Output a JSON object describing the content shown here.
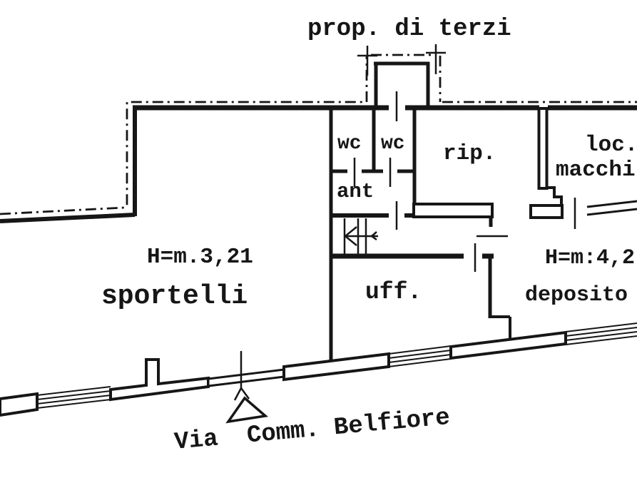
{
  "plan": {
    "labels": {
      "neighbor_property": "prop. di terzi",
      "wc_left": "wc",
      "wc_right": "wc",
      "storage_room": "rip.",
      "machine_room_line1": "loc.",
      "machine_room_line2": "macchi",
      "anteroom": "ant",
      "height_left": "H=m.3,21",
      "counters_hall": "sportelli",
      "office": "uff.",
      "height_right": "H=m:4,2",
      "deposit": "deposito",
      "street_name": "Via  Comm. Belfiore"
    },
    "colors": {
      "ink": "#161616",
      "background": "#ffffff"
    }
  }
}
